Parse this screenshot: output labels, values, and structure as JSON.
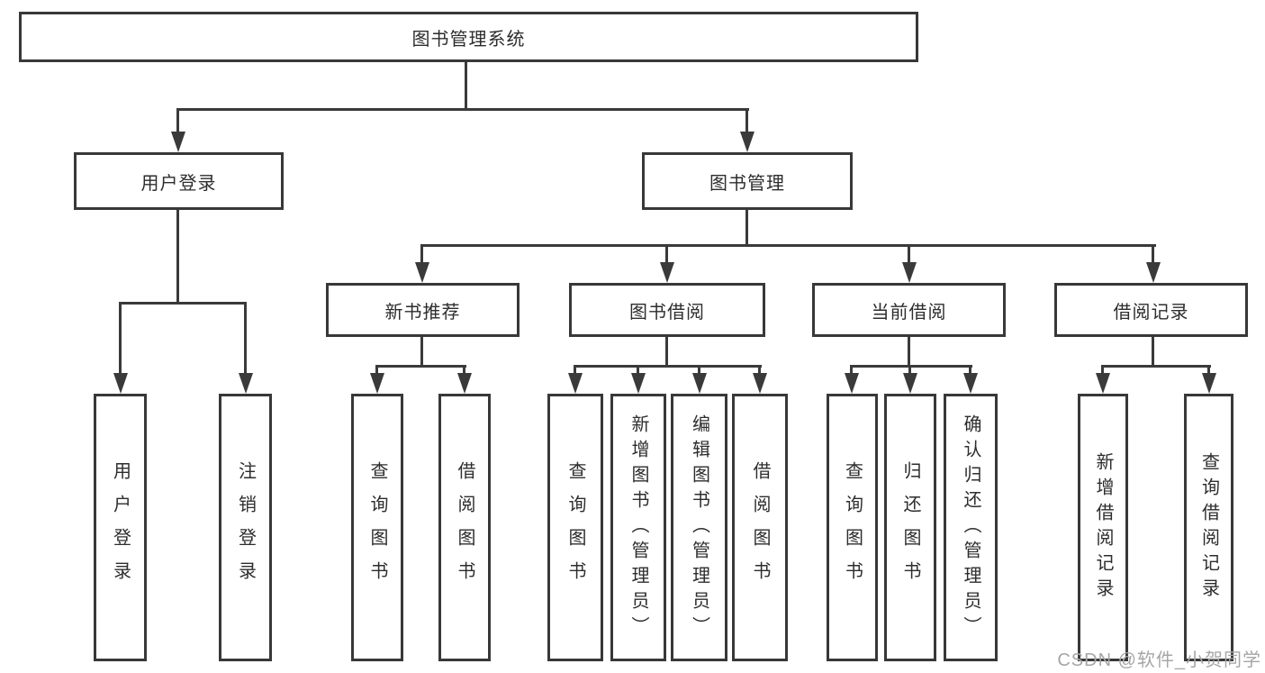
{
  "tree": {
    "root": {
      "label": "图书管理系统",
      "children": [
        {
          "label": "用户登录",
          "children": [
            {
              "label": "用户登录"
            },
            {
              "label": "注销登录"
            }
          ]
        },
        {
          "label": "图书管理",
          "children": [
            {
              "label": "新书推荐",
              "children": [
                {
                  "label": "查询图书"
                },
                {
                  "label": "借阅图书"
                }
              ]
            },
            {
              "label": "图书借阅",
              "children": [
                {
                  "label": "查询图书"
                },
                {
                  "label": "新增图书（管理员）"
                },
                {
                  "label": "编辑图书（管理员）"
                },
                {
                  "label": "借阅图书"
                }
              ]
            },
            {
              "label": "当前借阅",
              "children": [
                {
                  "label": "查询图书"
                },
                {
                  "label": "归还图书"
                },
                {
                  "label": "确认归还（管理员）"
                }
              ]
            },
            {
              "label": "借阅记录",
              "children": [
                {
                  "label": "新增借阅记录"
                },
                {
                  "label": "查询借阅记录"
                }
              ]
            }
          ]
        }
      ]
    }
  },
  "watermark": "CSDN @软件_小贺同学",
  "colors": {
    "line": "#3a3a3a",
    "border": "#383838",
    "text": "#2d2d2d",
    "watermark": "#a6a6a6",
    "background": "#ffffff"
  }
}
